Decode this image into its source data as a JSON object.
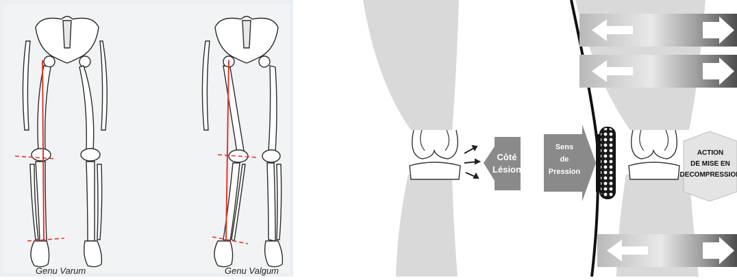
{
  "left": {
    "caption_varum": "Genu Varum",
    "caption_valgum": "Genu Valgum"
  },
  "middle": {
    "lesion_line1": "Côté",
    "lesion_line2": "Lésion",
    "pression_line1": "Sens",
    "pression_line2": "de",
    "pression_line3": "Pression"
  },
  "right": {
    "action_line1": "ACTION",
    "action_line2": "DE MISE EN",
    "action_line3": "DECOMPRESSION"
  },
  "colors": {
    "red_axis": "#e0352b",
    "arrow_grey": "#8a8a8a",
    "leg_grey": "#d9d9d9",
    "panel_bg": "#eceff2"
  }
}
